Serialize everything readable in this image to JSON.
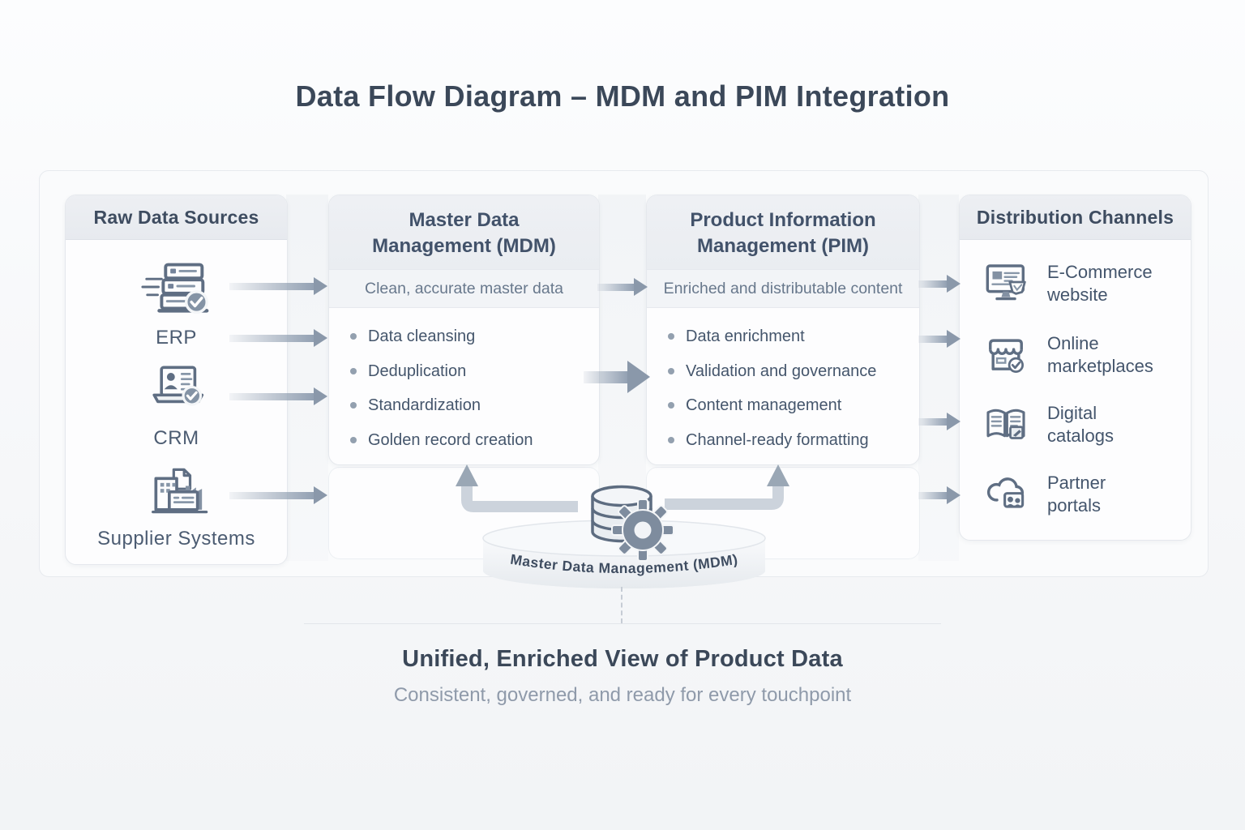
{
  "title": "Data Flow Diagram – MDM and PIM Integration",
  "columns": {
    "sources": {
      "header": "Raw Data Sources",
      "items": [
        {
          "label": "ERP",
          "icon": "server-check-icon"
        },
        {
          "label": "CRM",
          "icon": "laptop-contact-icon"
        },
        {
          "label": "Supplier Systems",
          "icon": "factory-documents-icon"
        }
      ]
    },
    "mdm": {
      "title_line1": "Master Data",
      "title_line2": "Management (MDM)",
      "subtitle": "Clean, accurate master data",
      "bullets": [
        "Data cleansing",
        "Deduplication",
        "Standardization",
        "Golden record creation"
      ]
    },
    "pim": {
      "title_line1": "Product Information",
      "title_line2": "Management (PIM)",
      "subtitle": "Enriched and distributable content",
      "bullets": [
        "Data enrichment",
        "Validation and governance",
        "Content management",
        "Channel-ready formatting"
      ]
    },
    "channels": {
      "header": "Distribution Channels",
      "items": [
        {
          "line1": "E-Commerce",
          "line2": "website",
          "icon": "monitor-cart-icon"
        },
        {
          "line1": "Online",
          "line2": "marketplaces",
          "icon": "storefront-check-icon"
        },
        {
          "line1": "Digital",
          "line2": "catalogs",
          "icon": "open-book-icon"
        },
        {
          "line1": "Partner",
          "line2": "portals",
          "icon": "cloud-users-icon"
        }
      ]
    }
  },
  "hub": {
    "label": "Master Data Management (MDM)",
    "icon": "database-gear-icon"
  },
  "footer": {
    "heading": "Unified, Enriched View of Product Data",
    "subheading": "Consistent, governed, and ready for every touchpoint"
  },
  "colors": {
    "title_text": "#3b4859",
    "body_text": "#45566c",
    "muted_text": "#8f9aaa",
    "icon_slate": "#5f6e83",
    "arrow_slate": "#8a98aa",
    "header_band": "#e9ecf0",
    "panel_border": "#e7eaee"
  }
}
